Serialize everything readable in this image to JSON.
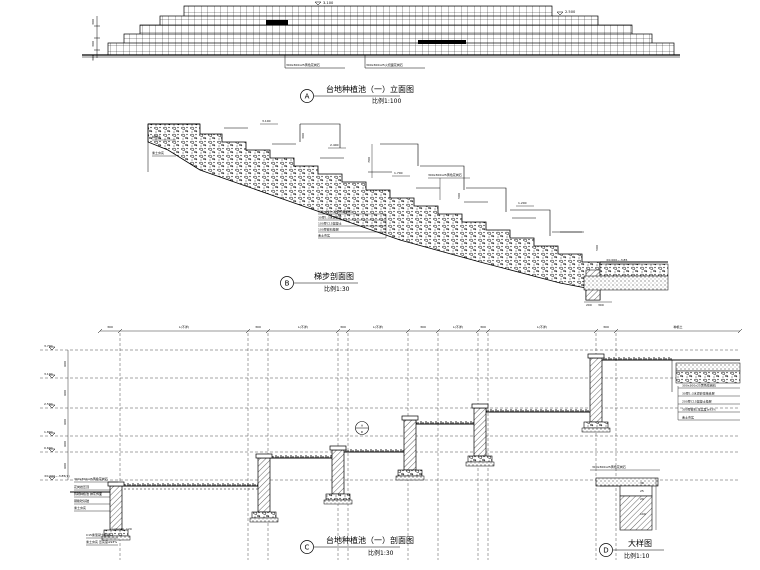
{
  "drawing": {
    "captions": {
      "A": {
        "mark": "A",
        "title": "台地种植池（一）立面图",
        "scale": "比例1:100"
      },
      "B": {
        "mark": "B",
        "title": "梯步剖面图",
        "scale": "比例1:30"
      },
      "C": {
        "mark": "C",
        "title": "台地种植池（一）剖面图",
        "scale": "比例1:30"
      },
      "D": {
        "mark": "D",
        "title": "大样图",
        "scale": "比例1:10"
      }
    },
    "elevation_a": {
      "level_labels": [
        "3.100",
        "2.500"
      ],
      "side_dims": [
        "300",
        "300",
        "300"
      ],
      "notes": [
        "300x300x25黄色花岗石",
        "300x300x25火烧面花岗石"
      ]
    },
    "section_b": {
      "levels": [
        "3.100",
        "2.400",
        "1.700",
        "1.200",
        "±0.000~-3.85"
      ],
      "left_notes": [
        "种植土",
        "素土夯实"
      ],
      "top_note": "300x300x25黄色花岗石",
      "side_dims": [
        "300",
        "700",
        "500",
        "500"
      ],
      "layer_notes": [
        "300x300x25黄色花岗石",
        "30厚1:3水泥砂浆",
        "100厚C15混凝土",
        "100厚碎石垫层",
        "素土夯实"
      ],
      "bottom_labels": [
        "200",
        "300"
      ]
    },
    "section_c": {
      "top_dims": [
        "300",
        "L(不详)",
        "300",
        "L(不详)",
        "300",
        "L(不详)",
        "300",
        "L(不详)",
        "300",
        "L(不详)",
        "300",
        "种植土"
      ],
      "levels": [
        "3.700",
        "3.100",
        "2.500",
        "1.800",
        "0.600",
        "±0.000~-3.85(1)"
      ],
      "level_gaps": [
        "600",
        "600",
        "600",
        "600",
        "600"
      ],
      "wall_notes": [
        "300x300x25黄色花岗石",
        "花岗岩压顶",
        "砖砌种植池 抹灰饰面",
        "钢筋砼基础",
        "素土夯实"
      ],
      "footing_notes": [
        "C15素混凝土垫层",
        "素土夯实 压实度≥93%"
      ],
      "footing_dims": [
        "120",
        "240",
        "120"
      ],
      "detail_ref": "A",
      "detail_ref_sub": "D",
      "right_notes": [
        "300x300x25黄色花岗石",
        "30厚1:3水泥砂浆结合层",
        "200厚C15混凝土垫层",
        "300厚碎石 压实度≥93%",
        "素土夯实"
      ]
    },
    "detail_d": {
      "note": "300x300x25黄色花岗石",
      "dims": [
        "30",
        "25",
        "20",
        "100"
      ]
    }
  }
}
